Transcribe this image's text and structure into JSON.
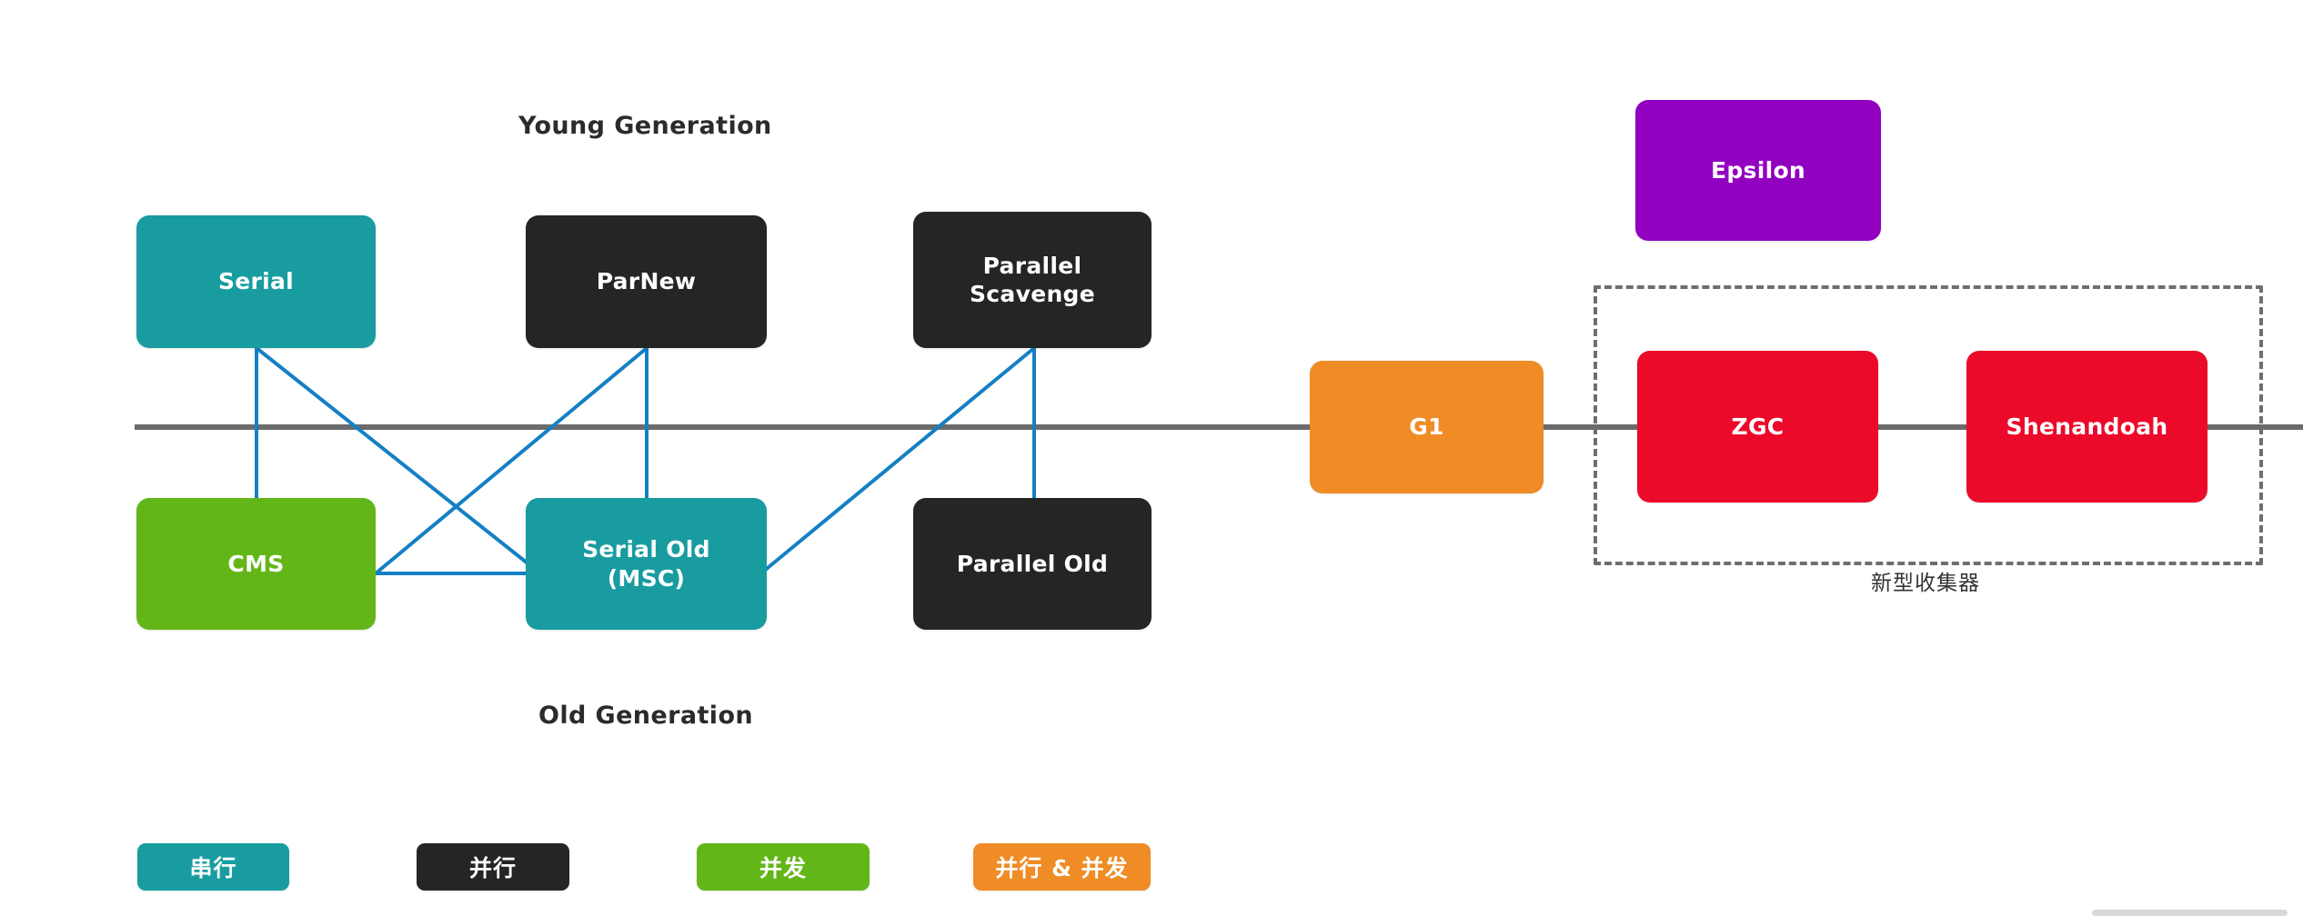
{
  "diagram": {
    "title_young": "Young Generation",
    "title_old": "Old Generation",
    "group_label": "新型收集器",
    "colors": {
      "serial_teal": "#189CA0",
      "parallel_black": "#252525",
      "concurrent_green": "#63B618",
      "parallel_and_concurrent_orange": "#EF8C26",
      "epsilon_purple": "#9200C0",
      "new_collector_red": "#EC0A2A",
      "timeline_gray": "#6B6B6B",
      "connector_blue": "#1480C4",
      "dashed_border_gray": "#6E6E6E",
      "text_dark": "#2B2B2B",
      "background": "#FFFFFF"
    },
    "young_generation": [
      {
        "id": "serial",
        "label": "Serial",
        "color_key": "serial_teal"
      },
      {
        "id": "parnew",
        "label": "ParNew",
        "color_key": "parallel_black"
      },
      {
        "id": "parallel-scavenge",
        "label": "Parallel Scavenge",
        "color_key": "parallel_black"
      }
    ],
    "old_generation": [
      {
        "id": "cms",
        "label": "CMS",
        "color_key": "concurrent_green"
      },
      {
        "id": "serial-old",
        "label": "Serial Old\n(MSC)",
        "color_key": "serial_teal"
      },
      {
        "id": "parallel-old",
        "label": "Parallel Old",
        "color_key": "parallel_black"
      }
    ],
    "whole_heap": [
      {
        "id": "g1",
        "label": "G1",
        "color_key": "parallel_and_concurrent_orange"
      },
      {
        "id": "zgc",
        "label": "ZGC",
        "color_key": "new_collector_red"
      },
      {
        "id": "shenandoah",
        "label": "Shenandoah",
        "color_key": "new_collector_red"
      }
    ],
    "standalone": [
      {
        "id": "epsilon",
        "label": "Epsilon",
        "color_key": "epsilon_purple"
      }
    ],
    "pairings": [
      {
        "from": "Serial",
        "to": "CMS"
      },
      {
        "from": "Serial",
        "to": "Serial Old (MSC)"
      },
      {
        "from": "ParNew",
        "to": "CMS"
      },
      {
        "from": "ParNew",
        "to": "Serial Old (MSC)"
      },
      {
        "from": "CMS",
        "to": "Serial Old (MSC)"
      },
      {
        "from": "Parallel Scavenge",
        "to": "Serial Old (MSC)"
      },
      {
        "from": "Parallel Scavenge",
        "to": "Parallel Old"
      }
    ]
  },
  "legend": [
    {
      "id": "serial-chip",
      "label": "串行",
      "color_key": "serial_teal"
    },
    {
      "id": "parallel-chip",
      "label": "并行",
      "color_key": "parallel_black"
    },
    {
      "id": "concurrent-chip",
      "label": "并发",
      "color_key": "concurrent_green"
    },
    {
      "id": "parallel-and-concurrent-chip",
      "label": "并行 & 并发",
      "color_key": "parallel_and_concurrent_orange"
    }
  ]
}
